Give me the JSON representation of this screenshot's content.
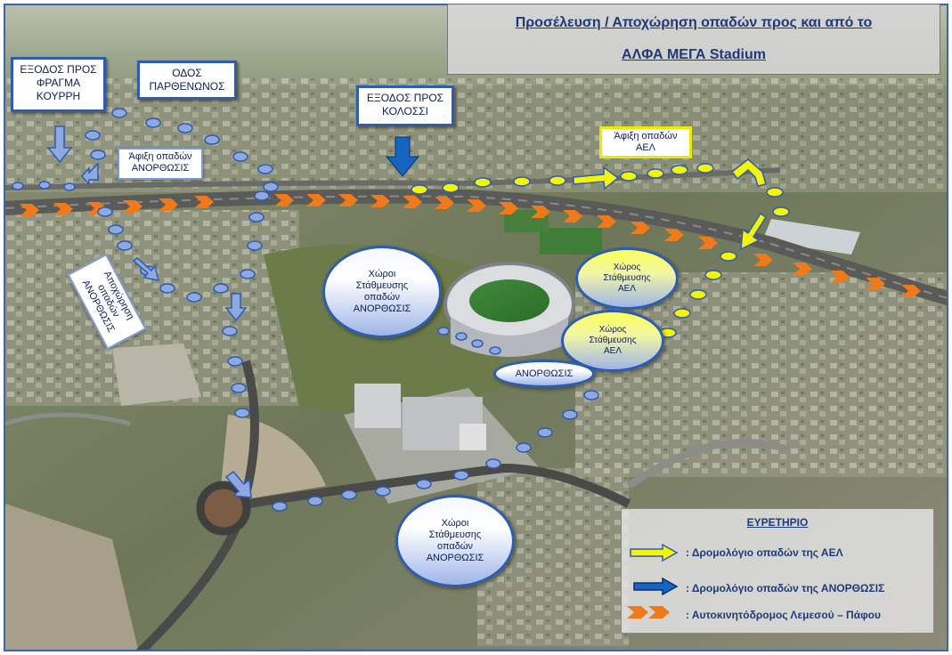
{
  "title": {
    "line1": "Προσέλευση / Αποχώρηση οπαδών προς και από το",
    "line2": "ΑΛΦΑ ΜΕΓΑ Stadium"
  },
  "labels": {
    "exit_kourris": [
      "ΕΞΟΔΟΣ ΠΡΟΣ",
      "ΦΡΑΓΜΑ",
      "ΚΟΥΡΡΗ"
    ],
    "odos_parthenonos": [
      "ΟΔΟΣ",
      "ΠΑΡΘΕΝΩΝΟΣ"
    ],
    "exit_kolossi": [
      "ΕΞΟΔΟΣ ΠΡΟΣ",
      "ΚΟΛΟΣΣΙ"
    ],
    "arrival_anorthosis": [
      "Άφιξη οπαδών",
      "ΑΝΟΡΘΩΣΙΣ"
    ],
    "arrival_ael": [
      "Άφιξη οπαδών",
      "ΑΕΛ"
    ],
    "departure_anorthosis": [
      "Αποχώρηση",
      "οπαδών",
      "ΑΝΟΡΘΩΣΙΣ"
    ],
    "parking_anorthosis_1": [
      "Χώροι",
      "Στάθμευσης",
      "οπαδών",
      "ΑΝΟΡΘΩΣΙΣ"
    ],
    "parking_ael_1": [
      "Χώρος",
      "Στάθμευσης",
      "ΑΕΛ"
    ],
    "parking_ael_2": [
      "Χώρος",
      "Στάθμευσης",
      "ΑΕΛ"
    ],
    "anorthosis_stand": "ΑΝΟΡΘΩΣΙΣ",
    "parking_anorthosis_2": [
      "Χώροι",
      "Στάθμευσης",
      "οπαδών",
      "ΑΝΟΡΘΩΣΙΣ"
    ]
  },
  "legend": {
    "title": "ΕΥΡΕΤΗΡΙΟ",
    "items": [
      {
        "symbol": "yellow-arrow",
        "text": ":  Δρομολόγιο οπαδών της ΑΕΛ"
      },
      {
        "symbol": "blue-arrow",
        "text": ":  Δρομολόγιο οπαδών της ΑΝΟΡΘΩΣΙΣ"
      },
      {
        "symbol": "orange-chevrons",
        "text": ":  Αυτοκινητόδρομος Λεμεσού – Πάφου"
      }
    ]
  },
  "colors": {
    "ael_route": "#f5f500",
    "anorthosis_route": "#1565c0",
    "highway": "#f07a1a",
    "label_border": "#2e5db0",
    "title_text": "#1f3a7a"
  }
}
